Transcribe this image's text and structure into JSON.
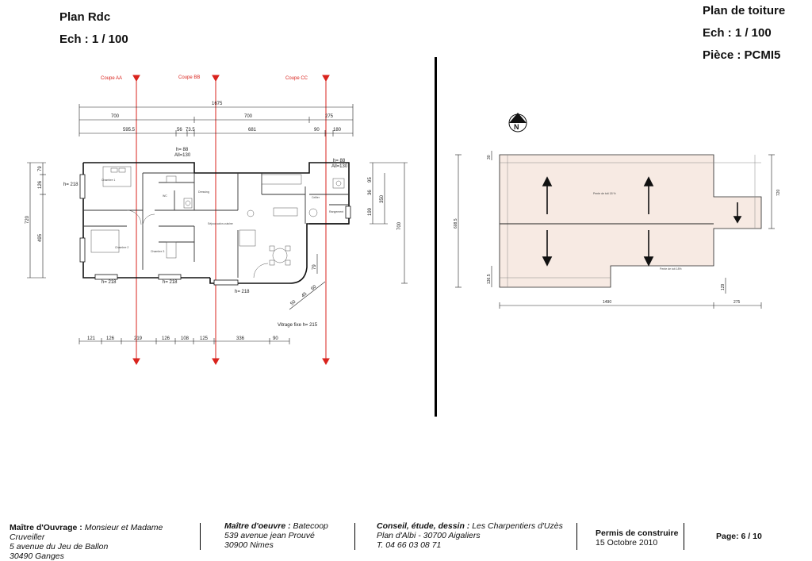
{
  "left_title": {
    "line1": "Plan Rdc",
    "line2": "Ech : 1 / 100"
  },
  "right_title": {
    "line1": "Plan de toiture",
    "line2": "Ech : 1 / 100",
    "line3": "Pièce : PCMI5"
  },
  "plan": {
    "cuts": [
      "Coupe AA",
      "Coupe BB",
      "Coupe CC"
    ],
    "dims_top": {
      "total": "1675",
      "row2": [
        "700",
        "700",
        "275"
      ],
      "row3": [
        "595.5",
        "56",
        "73.5",
        "681",
        "90",
        "180"
      ]
    },
    "dims_bottom": [
      "121",
      "126",
      "219",
      "126",
      "108",
      "125",
      "336",
      "90"
    ],
    "dims_left": [
      "79",
      "126",
      "495",
      "720"
    ],
    "dims_right": [
      "95",
      "36",
      "199",
      "350",
      "700"
    ],
    "heights": [
      "h= 218",
      "h= 218",
      "h= 218",
      "h= 218"
    ],
    "allege_labels": [
      "h= 88",
      "All=130",
      "h= 88",
      "All=130"
    ],
    "diag_dims": [
      "50",
      "45",
      "60",
      "79"
    ],
    "vitrage": "Vitrage fixe h= 215"
  },
  "roof": {
    "north": "N",
    "slope_labels": [
      "Pente de toit 18 %",
      "Pente de toit 18%"
    ],
    "dims": {
      "bottom": "1490",
      "bottom_right": "275",
      "left_top": "30",
      "left": "608.5",
      "left_bottom": "136.5",
      "right": "720",
      "right_bottom": "129"
    }
  },
  "footer": {
    "owner": {
      "label": "Maître d'Ouvrage :",
      "name": "Monsieur et  Madame Cruveiller",
      "addr1": "5 avenue du Jeu de Ballon",
      "addr2": "30490  Ganges"
    },
    "builder": {
      "label": "Maître d'oeuvre :",
      "name": "Batecoop",
      "addr1": "539 avenue jean Prouvé",
      "addr2": "30900 Nimes"
    },
    "design": {
      "label": "Conseil, étude, dessin :",
      "name": "Les Charpentiers d'Uzès",
      "addr1": "Plan d'Albi - 30700 Aigaliers",
      "phone": "T. 04 66 03 08 71"
    },
    "permit": {
      "label": "Permis de construire",
      "date": "15 Octobre 2010"
    },
    "page": "Page: 6 / 10"
  }
}
